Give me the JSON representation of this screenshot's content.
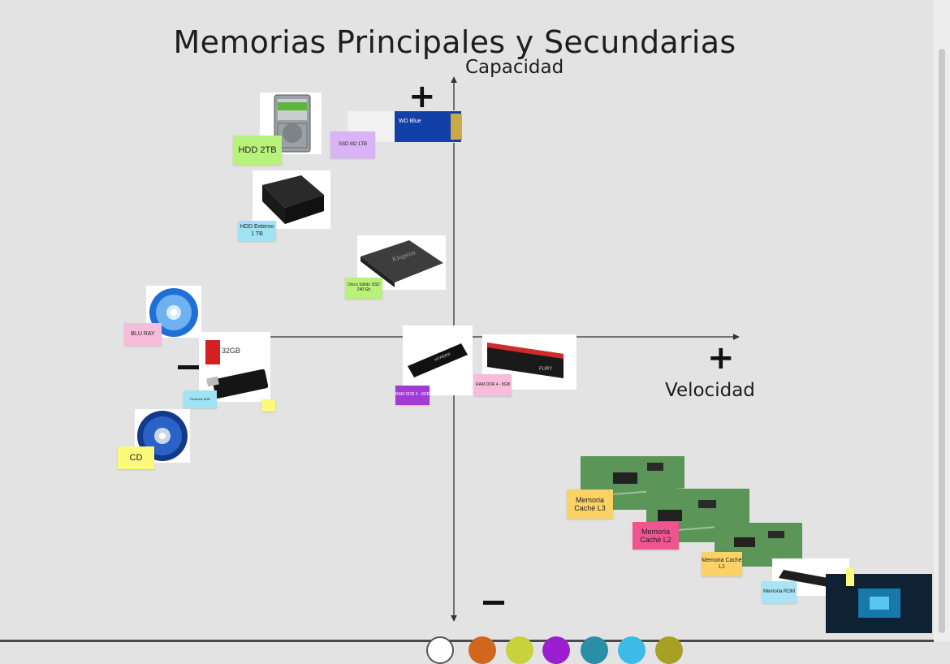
{
  "title": "Memorias Principales y Secundarias",
  "axes": {
    "y_label": "Capacidad",
    "x_label": "Velocidad",
    "y_plus": "+",
    "x_plus": "+"
  },
  "items": {
    "hdd_2tb": "HDD 2TB",
    "ssd_m2": "SSD M2 1TB",
    "hdd_externo": "HDD Externo 1 TB",
    "disco_solido": "Disco Sólido SSD 240 Gb",
    "blu_ray": "BLU RAY",
    "pendrive": "Pendrive 8GB",
    "cd": "CD",
    "ram_ddr3": "RAM DDR 3 - 8GB",
    "ram_ddr4": "RAM DDR 4 - 8GB",
    "cache_l3": "Memoria Caché L3",
    "cache_l2": "Memoria Caché L2",
    "cache_l1": "Memoria Caché L1",
    "rom": "Memoria ROM"
  },
  "product_text": {
    "wd_blue": "WD Blue",
    "kingston": "Kingston",
    "usb_capacity": "32GB",
    "hyperx": "HYPERX",
    "fury": "FURY"
  },
  "colors": {
    "background": "#e3e3e3",
    "note_green": "#b9f27a",
    "note_purple": "#d9b3f5",
    "note_cyan": "#9fe3f5",
    "note_pink": "#f7bcd9",
    "note_yellow": "#fbfa7a",
    "note_violet": "#a23ad6",
    "note_magenta": "#f0558f",
    "note_orange": "#fbd266",
    "note_blue": "#a9e3f5"
  }
}
